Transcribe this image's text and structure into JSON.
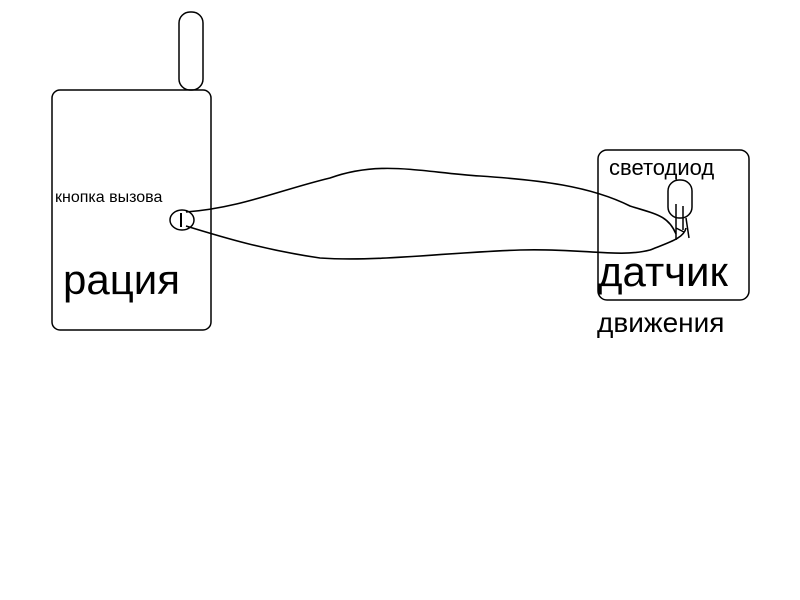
{
  "diagram": {
    "radio_label": "рация",
    "call_button_label": "кнопка вызова",
    "led_label": "светодиод",
    "sensor_label_line1": "датчик",
    "sensor_label_line2": "движения",
    "stroke_color": "#000000",
    "background_color": "#ffffff"
  }
}
